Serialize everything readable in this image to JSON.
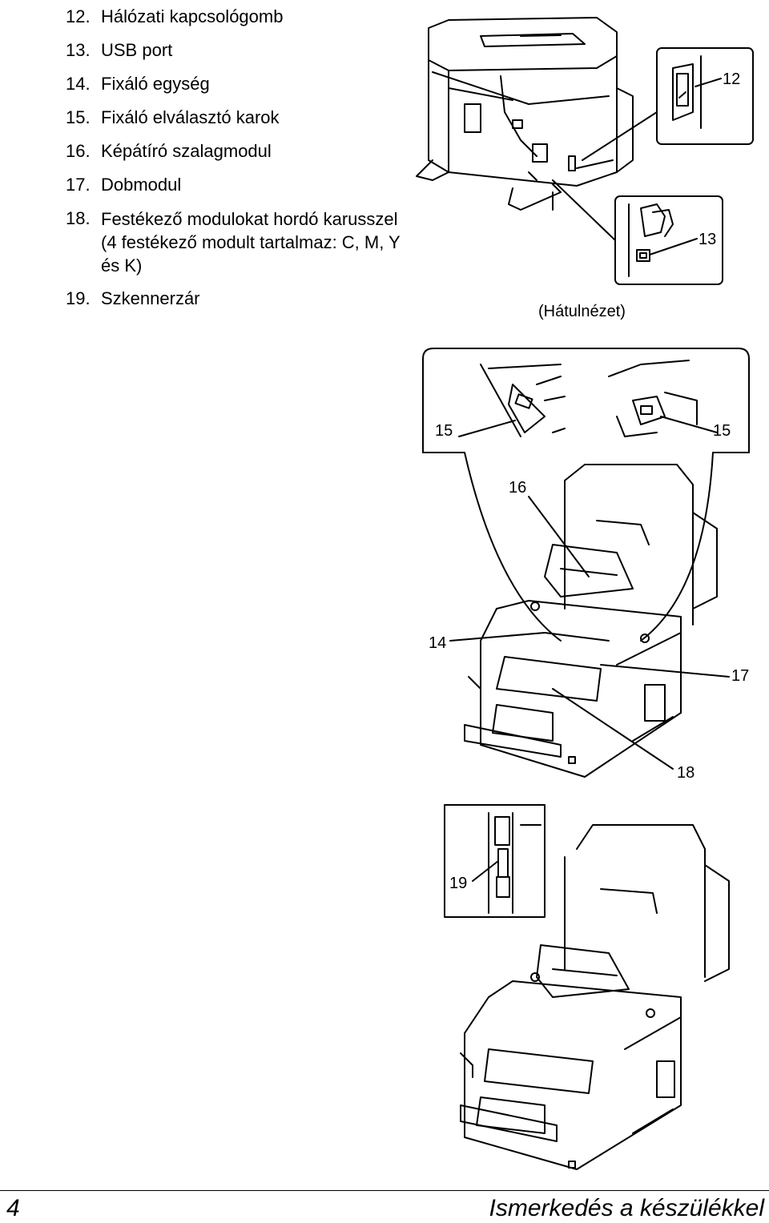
{
  "legend": [
    {
      "num": "12.",
      "text": "Hálózati kapcsológomb"
    },
    {
      "num": "13.",
      "text": "USB port"
    },
    {
      "num": "14.",
      "text": "Fixáló egység"
    },
    {
      "num": "15.",
      "text": "Fixáló elválasztó karok"
    },
    {
      "num": "16.",
      "text": "Képátíró szalagmodul"
    },
    {
      "num": "17.",
      "text": "Dobmodul"
    },
    {
      "num": "18.",
      "text": "Festékező modulokat hordó karusszel (4 festékező modult tartalmaz: C, M, Y és K)"
    },
    {
      "num": "19.",
      "text": "Szkennerzár"
    }
  ],
  "figure": {
    "rear_view_caption": "(Hátulnézet)",
    "callouts": {
      "c12": "12",
      "c13": "13",
      "c14": "14",
      "c15a": "15",
      "c15b": "15",
      "c16": "16",
      "c17": "17",
      "c18": "18",
      "c19": "19"
    }
  },
  "footer": {
    "page_number": "4",
    "title": "Ismerkedés a készülékkel"
  }
}
